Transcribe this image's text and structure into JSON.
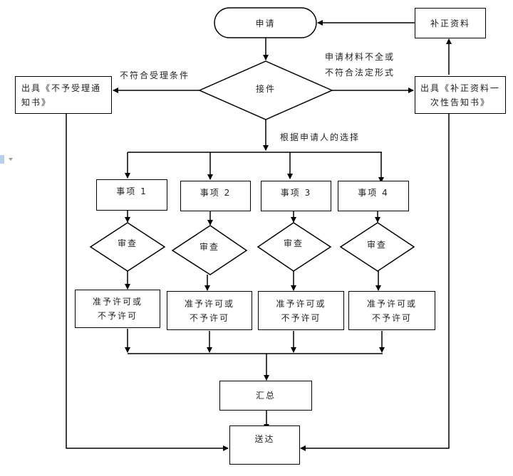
{
  "nodes": {
    "apply": "申请",
    "supplement": "补正资料",
    "accept": "接件",
    "reject_notice": "出具《不予受理通知书》",
    "supplement_notice": "出具《补正资料一次性告知书》",
    "items": [
      "事项 1",
      "事项 2",
      "事项 3",
      "事项 4"
    ],
    "review": "审查",
    "decision_line1": "准予许可或",
    "decision_line2": "不予许可",
    "summary": "汇总",
    "deliver": "送达"
  },
  "edge_labels": {
    "not_meet_conditions": "不符合受理条件",
    "incomplete_line1": "申请材料不全或",
    "incomplete_line2": "不符合法定形式",
    "by_applicant_choice": "根据申请人的选择"
  }
}
